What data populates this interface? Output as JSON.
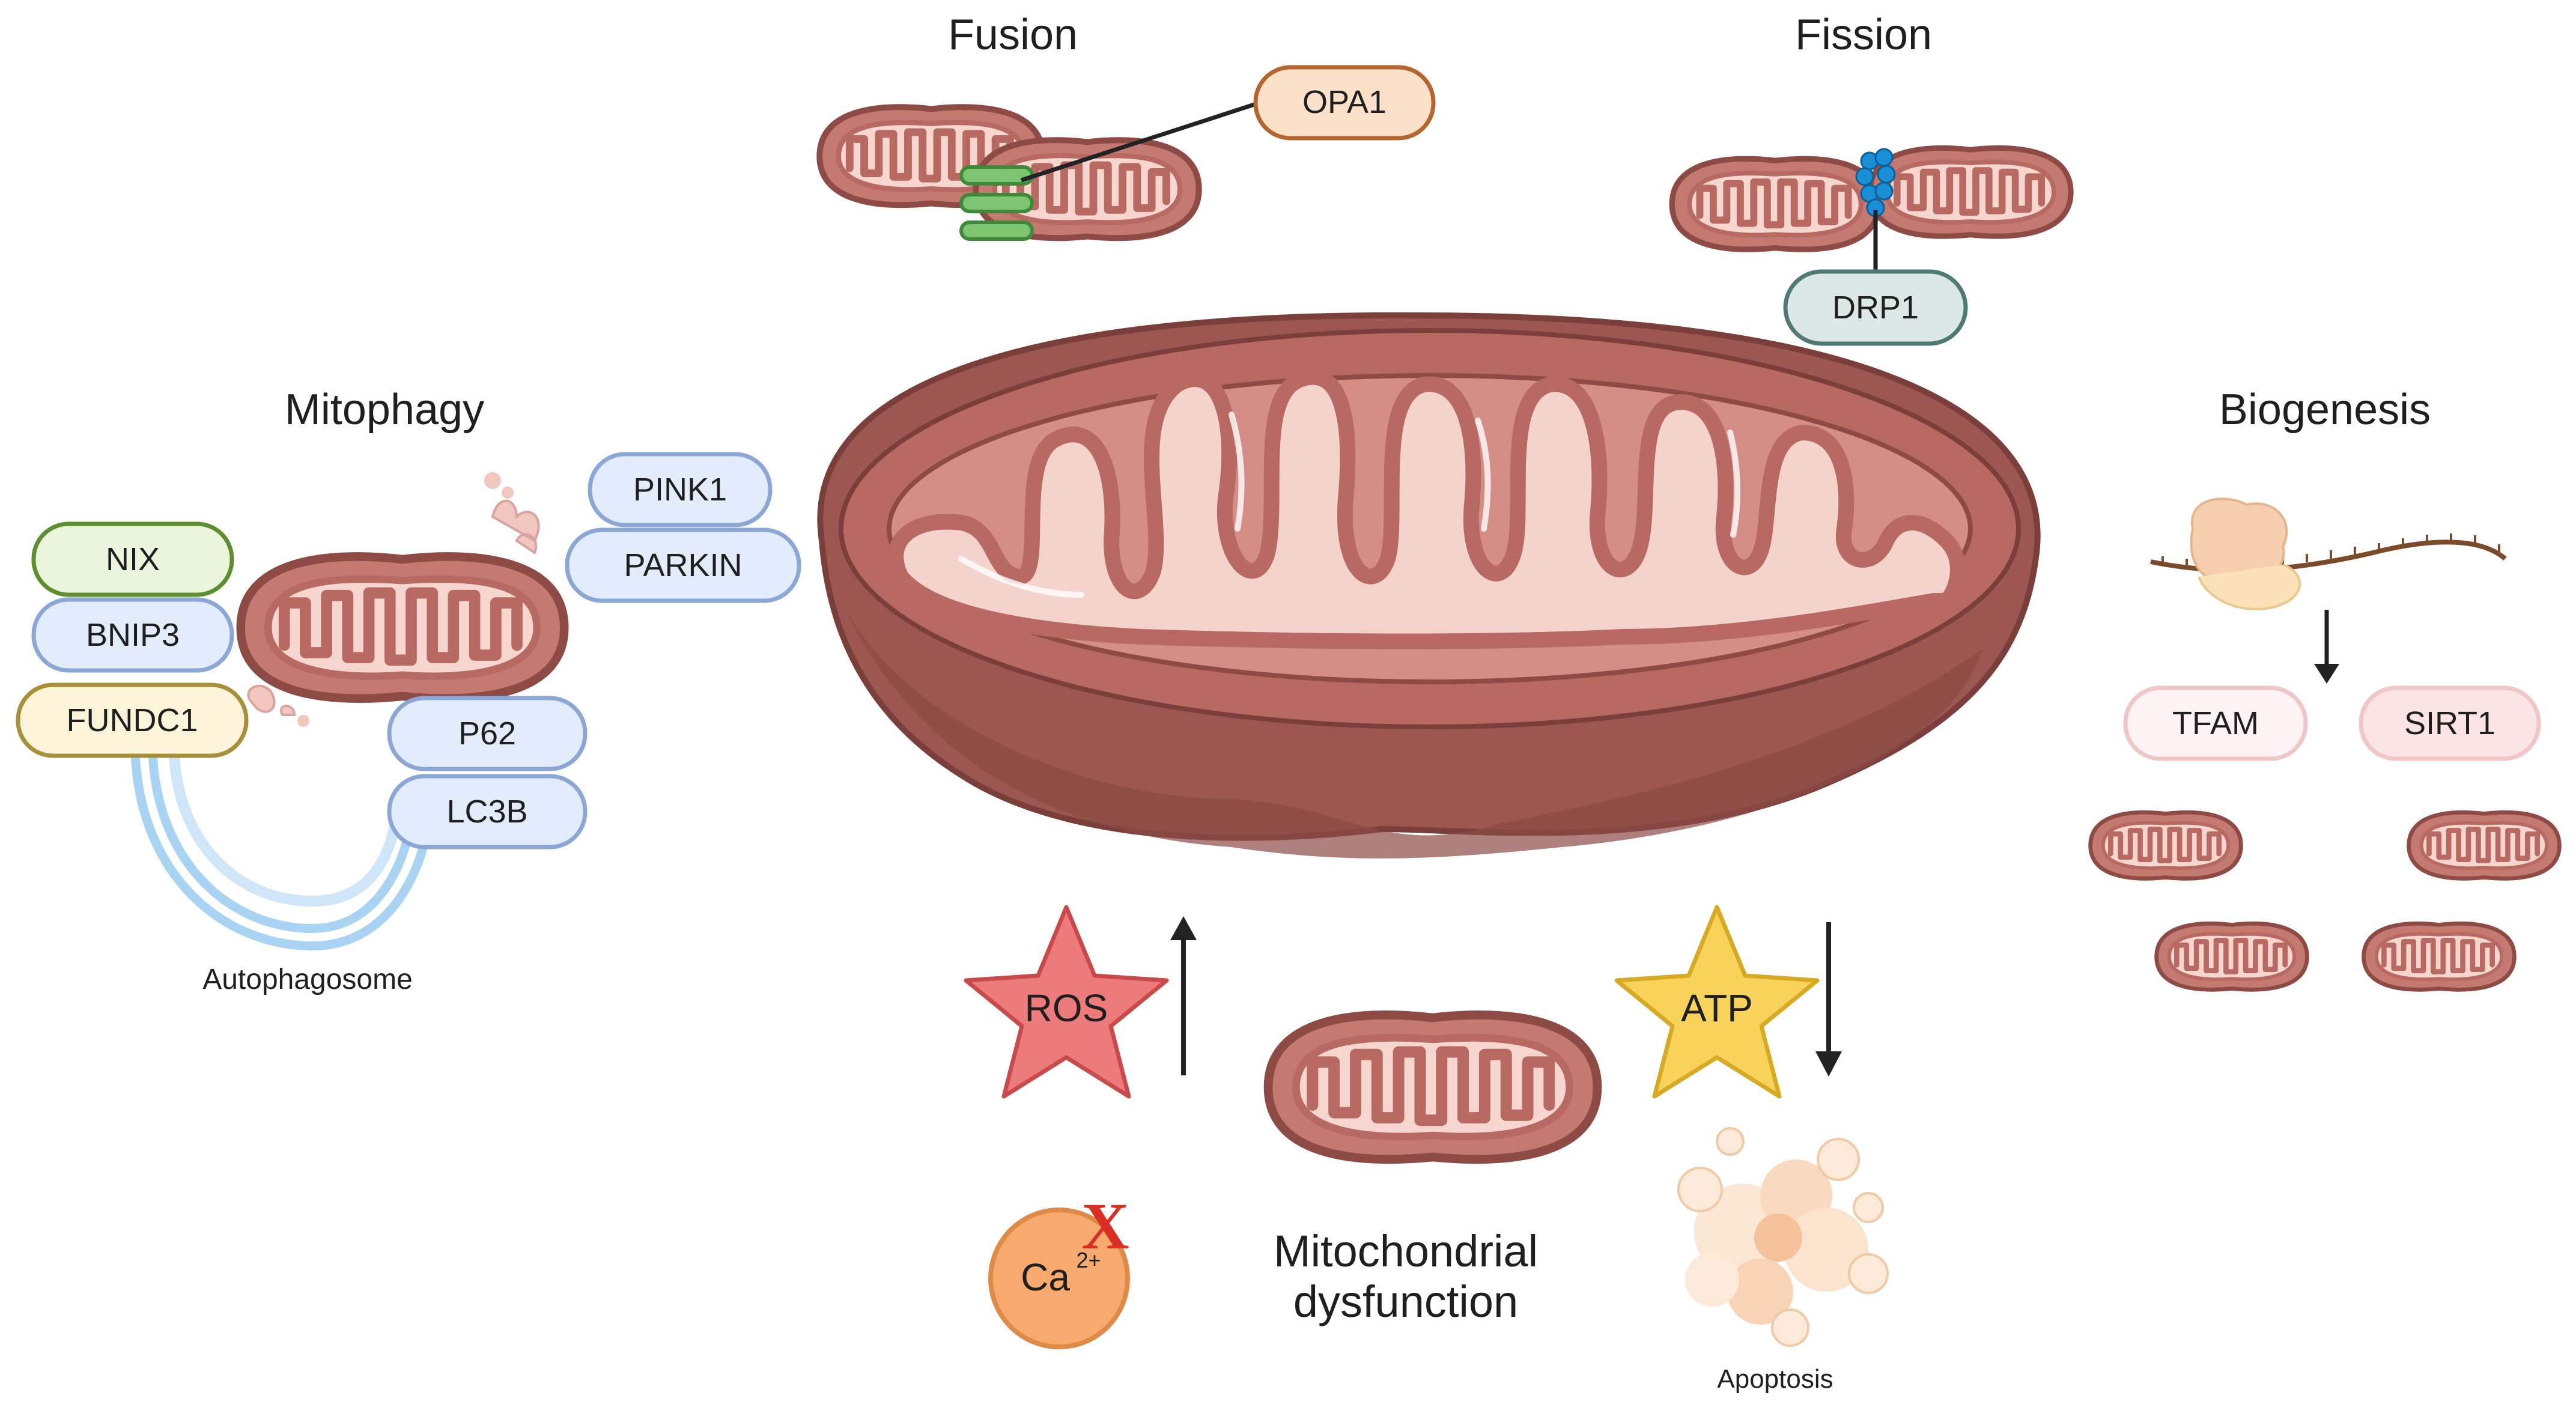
{
  "sections": {
    "fusion": "Fusion",
    "fission": "Fission",
    "mitophagy": "Mitophagy",
    "biogenesis": "Biogenesis",
    "dysfunction_line1": "Mitochondrial",
    "dysfunction_line2": "dysfunction"
  },
  "proteins": {
    "opa1": "OPA1",
    "drp1": "DRP1",
    "pink1": "PINK1",
    "parkin": "PARKIN",
    "nix": "NIX",
    "bnip3": "BNIP3",
    "fundc1": "FUNDC1",
    "p62": "P62",
    "lc3b": "LC3B",
    "tfam": "TFAM",
    "sirt1": "SIRT1"
  },
  "labels": {
    "autophagosome": "Autophagosome",
    "apoptosis": "Apoptosis",
    "ros": "ROS",
    "atp": "ATP",
    "ca": "Ca",
    "ca_charge": "2+",
    "ca_blocked_mark": "X"
  },
  "indicators": {
    "ros": "increase",
    "atp": "decrease"
  },
  "colors": {
    "membrane": "#b86a62",
    "matrix": "#f2c7bf",
    "outer_dark": "#8e4a45",
    "ros_star": "#ee7b7b",
    "atp_star": "#f7d35c",
    "ca_circle": "#f7a96e",
    "ca_x": "#d93025",
    "opa1_border": "#b5652f",
    "drp1_border": "#5c8a84",
    "nix_border": "#6a9a3a",
    "blue_border": "#8aa7d6",
    "fundc1_border": "#a88f3a",
    "pink_border": "#e7b7b5",
    "autophagosome": "#a9d3f2",
    "fusion_green": "#5fb55a",
    "fission_blue": "#1a8fd6"
  }
}
